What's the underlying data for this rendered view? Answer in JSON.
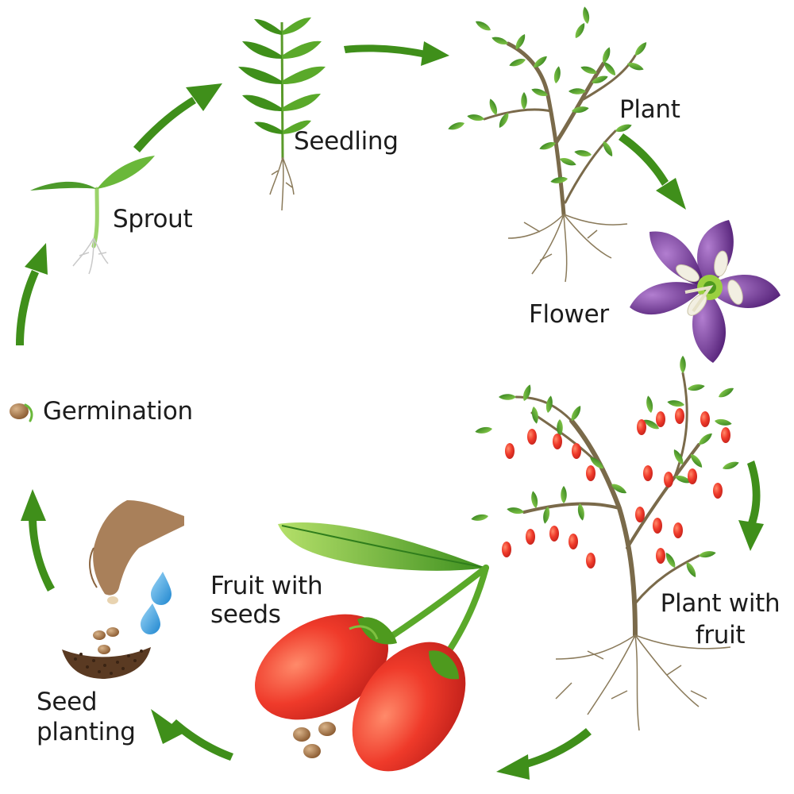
{
  "diagram": {
    "stages": {
      "seedling": "Seedling",
      "plant": "Plant",
      "flower": "Flower",
      "plant_with_fruit_line1": "Plant with",
      "plant_with_fruit_line2": "fruit",
      "fruit_with_seeds_line1": "Fruit with",
      "fruit_with_seeds_line2": "seeds",
      "seed_planting_line1": "Seed",
      "seed_planting_line2": "planting",
      "germination": "Germination",
      "sprout": "Sprout"
    },
    "colors": {
      "arrow": "#3f8f1a",
      "leaf": "#4c9a2a",
      "stem": "#7a6a4a",
      "berry": "#e8362a",
      "petal": "#6a2d8f",
      "seed": "#9b6a3e",
      "water": "#4aa8e0",
      "hand": "#a9805a"
    }
  }
}
